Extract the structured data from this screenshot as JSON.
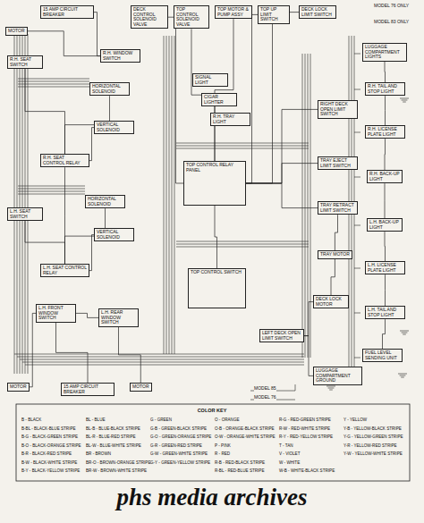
{
  "diagram": {
    "nodes": [
      {
        "text": [
          "15 AMP CIRCUIT BREAKER"
        ]
      },
      {
        "text": [
          "MOTOR"
        ]
      },
      {
        "text": [
          "R.H. WINDOW SWITCH"
        ]
      },
      {
        "text": [
          "R.H. SEAT SWITCH"
        ]
      },
      {
        "text": [
          "HORIZONTAL SOLENOID"
        ]
      },
      {
        "text": [
          "VERTICAL SOLENOID"
        ]
      },
      {
        "text": [
          "R.H. SEAT CONTROL RELAY"
        ]
      },
      {
        "text": [
          "L.H. SEAT SWITCH"
        ]
      },
      {
        "text": [
          "HORIZONTAL SOLENOID"
        ]
      },
      {
        "text": [
          "VERTICAL SOLENOID"
        ]
      },
      {
        "text": [
          "L.H. SEAT CONTROL RELAY"
        ]
      },
      {
        "text": [
          "L.H. FRONT WINDOW SWITCH"
        ]
      },
      {
        "text": [
          "L.H. REAR WINDOW SWITCH"
        ]
      },
      {
        "text": [
          "MOTOR"
        ]
      },
      {
        "text": [
          "15 AMP CIRCUIT BREAKER"
        ]
      },
      {
        "text": [
          "MOTOR"
        ]
      },
      {
        "text": [
          "DECK CONTROL SOLENOID VALVE"
        ]
      },
      {
        "text": [
          "TOP CONTROL SOLENOID VALVE"
        ]
      },
      {
        "text": [
          "TOP MOTOR & PUMP ASSY"
        ]
      },
      {
        "text": [
          "TOP UP LIMIT SWITCH"
        ]
      },
      {
        "text": [
          "DECK LOCK LIMIT SWITCH"
        ]
      },
      {
        "text": [
          "SIGNAL LIGHT"
        ]
      },
      {
        "text": [
          "CIGAR LIGHTER"
        ]
      },
      {
        "text": [
          "R.H. TRAY LIGHT"
        ]
      },
      {
        "text": [
          "TOP CONTROL RELAY PANEL"
        ]
      },
      {
        "text": [
          "TOP CONTROL SWITCH"
        ]
      },
      {
        "text": [
          "RIGHT DECK OPEN LIMIT SWITCH"
        ]
      },
      {
        "text": [
          "TRAY EJECT LIMIT SWITCH"
        ]
      },
      {
        "text": [
          "TRAY RETRACT LIMIT SWITCH"
        ]
      },
      {
        "text": [
          "TRAY MOTOR"
        ]
      },
      {
        "text": [
          "DECK LOCK MOTOR"
        ]
      },
      {
        "text": [
          "LEFT DECK OPEN LIMIT SWITCH"
        ]
      },
      {
        "text": [
          "LUGGAGE COMPARTMENT GROUND"
        ]
      },
      {
        "text": [
          "LUGGAGE COMPARTMENT LIGHTS"
        ]
      },
      {
        "text": [
          "R.H. TAIL AND STOP LIGHT"
        ]
      },
      {
        "text": [
          "R.H. LICENSE PLATE LIGHT"
        ]
      },
      {
        "text": [
          "R.H. BACK-UP LIGHT"
        ]
      },
      {
        "text": [
          "L.H. BACK-UP LIGHT"
        ]
      },
      {
        "text": [
          "L.H. LICENSE PLATE LIGHT"
        ]
      },
      {
        "text": [
          "L.H. TAIL AND STOP LIGHT"
        ]
      },
      {
        "text": [
          "FUEL LEVEL SENDING UNIT"
        ]
      }
    ],
    "edges": [
      {
        "from": 0,
        "to": 2,
        "arrow": "none"
      },
      {
        "from": 1,
        "to": 2,
        "arrow": "none"
      },
      {
        "from": 3,
        "to": 6,
        "arrow": "none"
      },
      {
        "from": 4,
        "to": 6,
        "arrow": "none"
      },
      {
        "from": 5,
        "to": 6,
        "arrow": "none"
      },
      {
        "from": 6,
        "to": 10,
        "arrow": "none"
      },
      {
        "from": 7,
        "to": 10,
        "arrow": "none"
      },
      {
        "from": 8,
        "to": 10,
        "arrow": "none"
      },
      {
        "from": 9,
        "to": 10,
        "arrow": "none"
      },
      {
        "from": 11,
        "to": 12,
        "arrow": "none"
      },
      {
        "from": 13,
        "to": 11,
        "arrow": "none"
      },
      {
        "from": 14,
        "to": 11,
        "arrow": "none"
      },
      {
        "from": 12,
        "to": 15,
        "arrow": "none"
      },
      {
        "from": 16,
        "to": 24,
        "arrow": "none"
      },
      {
        "from": 17,
        "to": 24,
        "arrow": "none"
      },
      {
        "from": 18,
        "to": 24,
        "arrow": "none"
      },
      {
        "from": 19,
        "to": 24,
        "arrow": "none"
      },
      {
        "from": 20,
        "to": 24,
        "arrow": "none"
      },
      {
        "from": 25,
        "to": 24,
        "arrow": "none"
      },
      {
        "from": 26,
        "to": 24,
        "arrow": "none"
      },
      {
        "from": 27,
        "to": 24,
        "arrow": "none"
      },
      {
        "from": 28,
        "to": 24,
        "arrow": "none"
      },
      {
        "from": 29,
        "to": 28,
        "arrow": "none"
      },
      {
        "from": 30,
        "to": 29,
        "arrow": "none"
      },
      {
        "from": 31,
        "to": 30,
        "arrow": "none"
      },
      {
        "from": 32,
        "to": 31,
        "arrow": "none"
      },
      {
        "from": 33,
        "to": 34,
        "arrow": "none"
      },
      {
        "from": 34,
        "to": 35,
        "arrow": "none"
      },
      {
        "from": 35,
        "to": 36,
        "arrow": "none"
      },
      {
        "from": 36,
        "to": 37,
        "arrow": "none"
      },
      {
        "from": 37,
        "to": 38,
        "arrow": "none"
      },
      {
        "from": 38,
        "to": 39,
        "arrow": "none"
      },
      {
        "from": 39,
        "to": 40,
        "arrow": "none"
      }
    ],
    "labels": [
      "MODEL 76 ONLY",
      "MODEL 83 ONLY",
      "MODEL 85",
      "MODEL 76",
      "COLOR KEY",
      "B - BLACK",
      "B-BL - BLACK-BLUE STRIPE",
      "B-G - BLACK-GREEN STRIPE",
      "B-O - BLACK-ORANGE STRIPE",
      "B-R - BLACK-RED STRIPE",
      "B-W - BLACK-WHITE STRIPE",
      "B-Y - BLACK-YELLOW STRIPE",
      "BL - BLUE",
      "BL-B - BLUE-BLACK STRIPE",
      "BL-R - BLUE-RED STRIPE",
      "BL-W - BLUE-WHITE STRIPE",
      "BR - BROWN",
      "BR-O - BROWN-ORANGE STRIPE",
      "BR-W - BROWN-WHITE STRIPE",
      "G - GREEN",
      "G-B - GREEN-BLACK STRIPE",
      "G-O - GREEN-ORANGE STRIPE",
      "G-R - GREEN-RED STRIPE",
      "G-W - GREEN-WHITE STRIPE",
      "G-Y - GREEN-YELLOW STRIPE",
      "O - ORANGE",
      "O-B - ORANGE-BLACK STRIPE",
      "O-W - ORANGE-WHITE STRIPE",
      "P - PINK",
      "R - RED",
      "R-B - RED-BLACK STRIPE",
      "R-BL - RED-BLUE STRIPE",
      "R-G - RED-GREEN STRIPE",
      "R-W - RED-WHITE STRIPE",
      "R-Y - RED-YELLOW STRIPE",
      "T - TAN",
      "V - VIOLET",
      "W - WHITE",
      "W-B - WHITE-BLACK STRIPE",
      "Y - YELLOW",
      "Y-B - YELLOW-BLACK STRIPE",
      "Y-G - YELLOW-GREEN STRIPE",
      "Y-R - YELLOW-RED STRIPE",
      "Y-W - YELLOW-WHITE STRIPE",
      "phs media archives"
    ]
  }
}
